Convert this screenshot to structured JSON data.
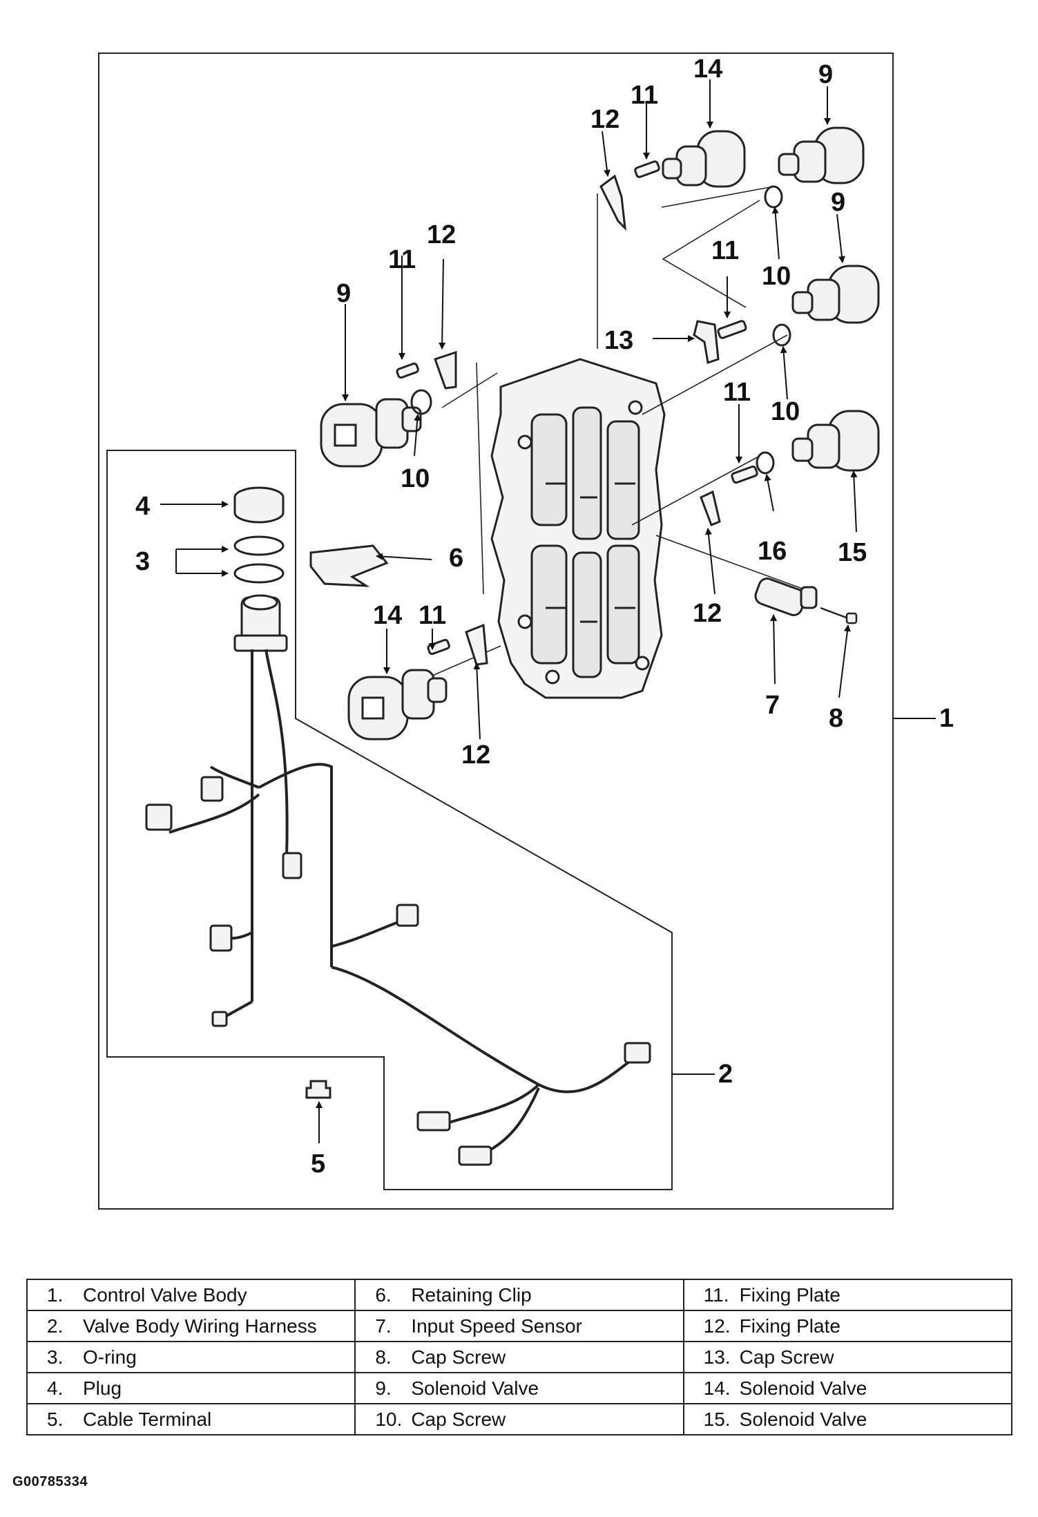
{
  "callouts": {
    "c1": "1",
    "c2": "2",
    "c3": "3",
    "c4": "4",
    "c5": "5",
    "c6": "6",
    "c7": "7",
    "c8": "8",
    "c9a": "9",
    "c9b": "9",
    "c9c": "9",
    "c10a": "10",
    "c10b": "10",
    "c10c": "10",
    "c11a": "11",
    "c11b": "11",
    "c11c": "11",
    "c11d": "11",
    "c11e": "11",
    "c12a": "12",
    "c12b": "12",
    "c12c": "12",
    "c12d": "12",
    "c13": "13",
    "c14a": "14",
    "c14b": "14",
    "c15": "15",
    "c16": "16"
  },
  "legend": {
    "rows": [
      [
        {
          "num": "1.",
          "label": "Control Valve Body"
        },
        {
          "num": "6.",
          "label": "Retaining Clip"
        },
        {
          "num": "11.",
          "label": "Fixing Plate"
        }
      ],
      [
        {
          "num": "2.",
          "label": "Valve Body Wiring Harness"
        },
        {
          "num": "7.",
          "label": "Input Speed Sensor"
        },
        {
          "num": "12.",
          "label": "Fixing Plate"
        }
      ],
      [
        {
          "num": "3.",
          "label": "O-ring"
        },
        {
          "num": "8.",
          "label": "Cap Screw"
        },
        {
          "num": "13.",
          "label": "Cap Screw"
        }
      ],
      [
        {
          "num": "4.",
          "label": "Plug"
        },
        {
          "num": "9.",
          "label": "Solenoid Valve"
        },
        {
          "num": "14.",
          "label": "Solenoid Valve"
        }
      ],
      [
        {
          "num": "5.",
          "label": "Cable Terminal"
        },
        {
          "num": "10.",
          "label": "Cap Screw"
        },
        {
          "num": "15.",
          "label": "Solenoid Valve"
        }
      ]
    ]
  },
  "figure_id": "G00785334"
}
